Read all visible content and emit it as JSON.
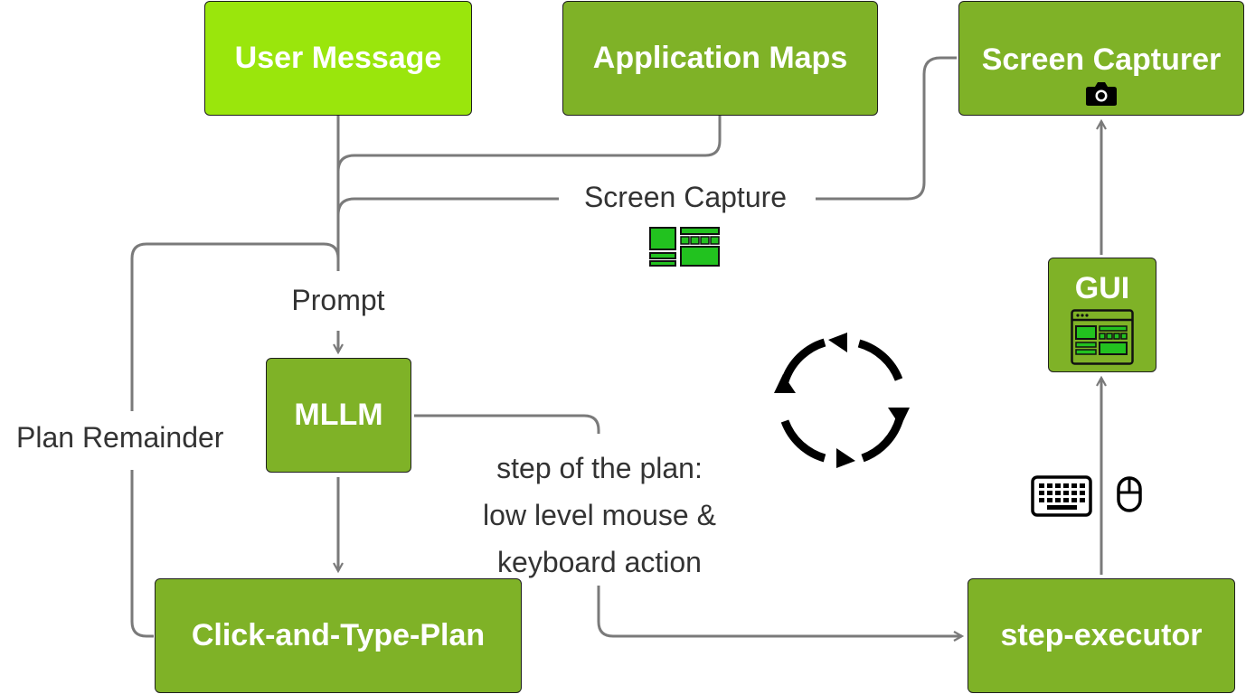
{
  "nodes": {
    "user_message": "User Message",
    "application_maps": "Application Maps",
    "screen_capturer": "Screen Capturer",
    "gui": "GUI",
    "mllm": "MLLM",
    "click_and_type_plan": "Click-and-Type-Plan",
    "step_executor": "step-executor"
  },
  "edge_labels": {
    "screen_capture": "Screen Capture",
    "prompt": "Prompt",
    "plan_remainder": "Plan Remainder",
    "step_line1": "step of the plan:",
    "step_line2": "low level mouse &",
    "step_line3": "keyboard action"
  },
  "colors": {
    "node_fill": "#7fb227",
    "node_fill_highlight": "#9ae60c",
    "wire": "#7a7a7a",
    "icon_green": "#22c21f"
  },
  "icons": [
    "camera-icon",
    "screen-layout-icon",
    "gui-window-icon",
    "cycle-icon",
    "keyboard-icon",
    "mouse-icon"
  ]
}
